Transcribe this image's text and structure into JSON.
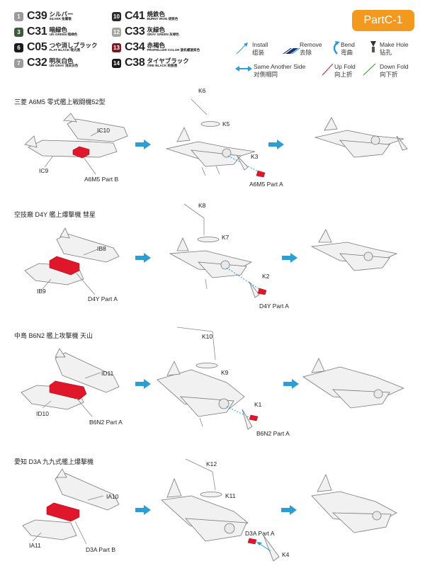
{
  "part_badge": "PartC-1",
  "colors": [
    {
      "num": "1",
      "code": "C39",
      "jp": "シルバー",
      "en": "SILVER 金属银",
      "chip": "#9a9a9a"
    },
    {
      "num": "3",
      "code": "C31",
      "jp": "暗緑色",
      "en": "IJN GREEN 暗绿色",
      "chip": "#3d5a3a"
    },
    {
      "num": "6",
      "code": "C05",
      "jp": "つや消しブラック",
      "en": "FLAT BLACK 哑光黑",
      "chip": "#1b1b1b"
    },
    {
      "num": "7",
      "code": "C32",
      "jp": "明灰白色",
      "en": "IJN GRAY 浅灰白色",
      "chip": "#9c9c9c"
    },
    {
      "num": "10",
      "code": "C41",
      "jp": "焼鉄色",
      "en": "BURNT IRON 烧铁色",
      "chip": "#2a2a2a"
    },
    {
      "num": "12",
      "code": "C33",
      "jp": "灰緑色",
      "en": "GRAY GREEN 灰绿色",
      "chip": "#a3a69a"
    },
    {
      "num": "13",
      "code": "C34",
      "jp": "赤褐色",
      "en": "PROPELLER COLOR 旋机螺旋桨色",
      "chip": "#7a1a1f"
    },
    {
      "num": "14",
      "code": "C38",
      "jp": "タイヤブラック",
      "en": "TIRE BLACK 轮胎黑",
      "chip": "#1b1b1b"
    }
  ],
  "symbols": {
    "install": [
      "Install",
      "组装"
    ],
    "remove": [
      "Remove",
      "去除"
    ],
    "bend": [
      "Bend",
      "弯曲"
    ],
    "hole": [
      "Make Hole",
      "钻孔"
    ],
    "same": [
      "Same Another Side",
      "对侧相同"
    ],
    "up": [
      "Up Fold",
      "向上折"
    ],
    "down": [
      "Down Fold",
      "向下折"
    ]
  },
  "sections": [
    {
      "title": "三菱 A6M5 零式艦上戦闘機52型",
      "part_a": "IC10",
      "part_b": "IC9",
      "kit_b": "A6M5 Part B",
      "k_wire": "K6",
      "k_drop": "K5",
      "k_prop": "K3",
      "kit_a": "A6M5 Part A"
    },
    {
      "title": "空技廠 D4Y 艦上爆撃機 彗星",
      "part_a": "IB8",
      "part_b": "IB9",
      "kit_b": "D4Y Part A",
      "k_wire": "K8",
      "k_drop": "K7",
      "k_prop": "K2",
      "kit_a": "D4Y Part A"
    },
    {
      "title": "中島 B6N2 艦上攻撃機 天山",
      "part_a": "ID11",
      "part_b": "ID10",
      "kit_b": "B6N2 Part A",
      "k_wire": "K10",
      "k_drop": "K9",
      "k_prop": "K1",
      "kit_a": "B6N2 Part A"
    },
    {
      "title": "愛知 D3A 九九式艦上爆撃機",
      "part_a": "IA10",
      "part_b": "IA11",
      "kit_b": "D3A Part B",
      "k_wire": "K12",
      "k_drop": "K11",
      "k_prop": "K4",
      "kit_a": "D3A Part A"
    }
  ]
}
